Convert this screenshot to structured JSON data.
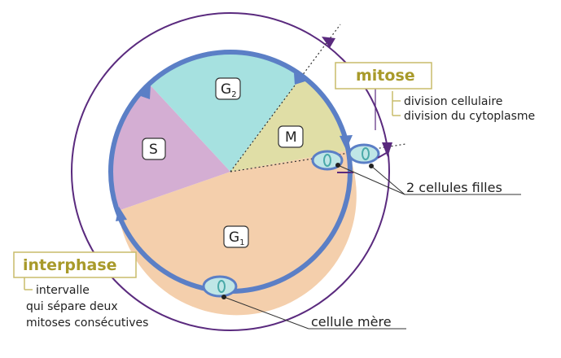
{
  "colors": {
    "G1": "#f4cfac",
    "S": "#d4aed3",
    "G2": "#a6e1e0",
    "M": "#e0dea6",
    "ring": "#5b7fc6",
    "outer": "#5a2a7e",
    "accent": "#a89a2a",
    "cell_fill": "#bfe6e6"
  },
  "phases": {
    "g1": {
      "letter": "G",
      "sub": "1"
    },
    "s": {
      "letter": "S"
    },
    "g2": {
      "letter": "G",
      "sub": "2"
    },
    "m": {
      "letter": "M"
    }
  },
  "mitose": {
    "title": "mitose",
    "items": [
      "division cellulaire",
      "division du cytoplasme"
    ]
  },
  "interphase": {
    "title": "interphase",
    "desc": [
      "intervalle",
      "qui sépare deux",
      "mitoses consécutives"
    ]
  },
  "labels": {
    "daughter_cells": "2 cellules filles",
    "mother_cell": "cellule mère"
  },
  "icons": [
    "arrow-head-icon",
    "cell-icon",
    "nucleus-icon"
  ]
}
